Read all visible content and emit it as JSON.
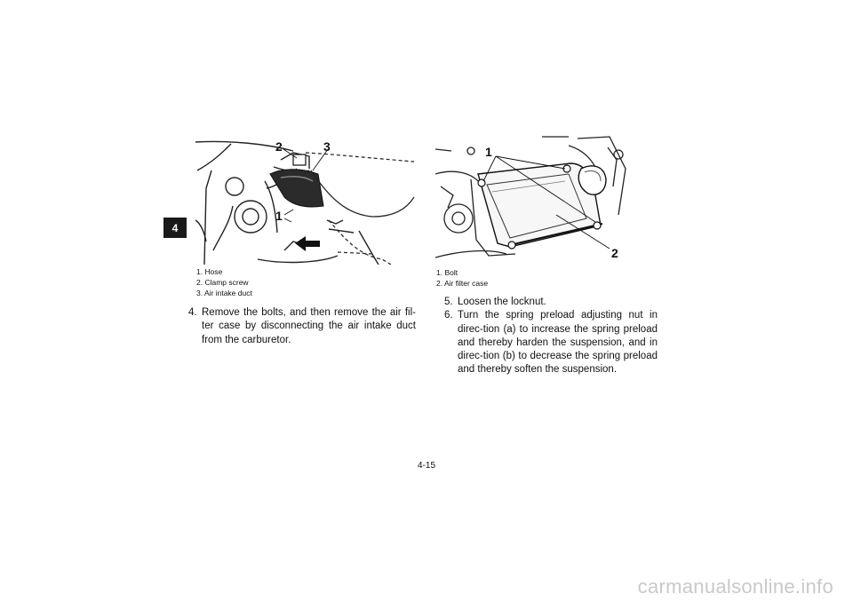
{
  "chapter_tab": "4",
  "figure1": {
    "callouts": [
      "1",
      "2",
      "3"
    ],
    "legend": [
      "1. Hose",
      "2. Clamp screw",
      "3. Air intake duct"
    ]
  },
  "figure2": {
    "callouts": [
      "1",
      "2"
    ],
    "legend": [
      "1. Bolt",
      "2. Air filter case"
    ]
  },
  "left_steps": [
    {
      "num": "4.",
      "text": "Remove the bolts, and then remove the air fil-ter case by disconnecting the air intake duct from the carburetor."
    }
  ],
  "right_steps": [
    {
      "num": "5.",
      "text": "Loosen the locknut."
    },
    {
      "num": "6.",
      "text": "Turn the spring preload adjusting nut in direc-tion (a) to increase the spring preload and thereby harden the suspension, and in direc-tion (b) to decrease the spring preload and thereby soften the suspension."
    }
  ],
  "page_number": "4-15",
  "watermark": "carmanualsonline.info"
}
